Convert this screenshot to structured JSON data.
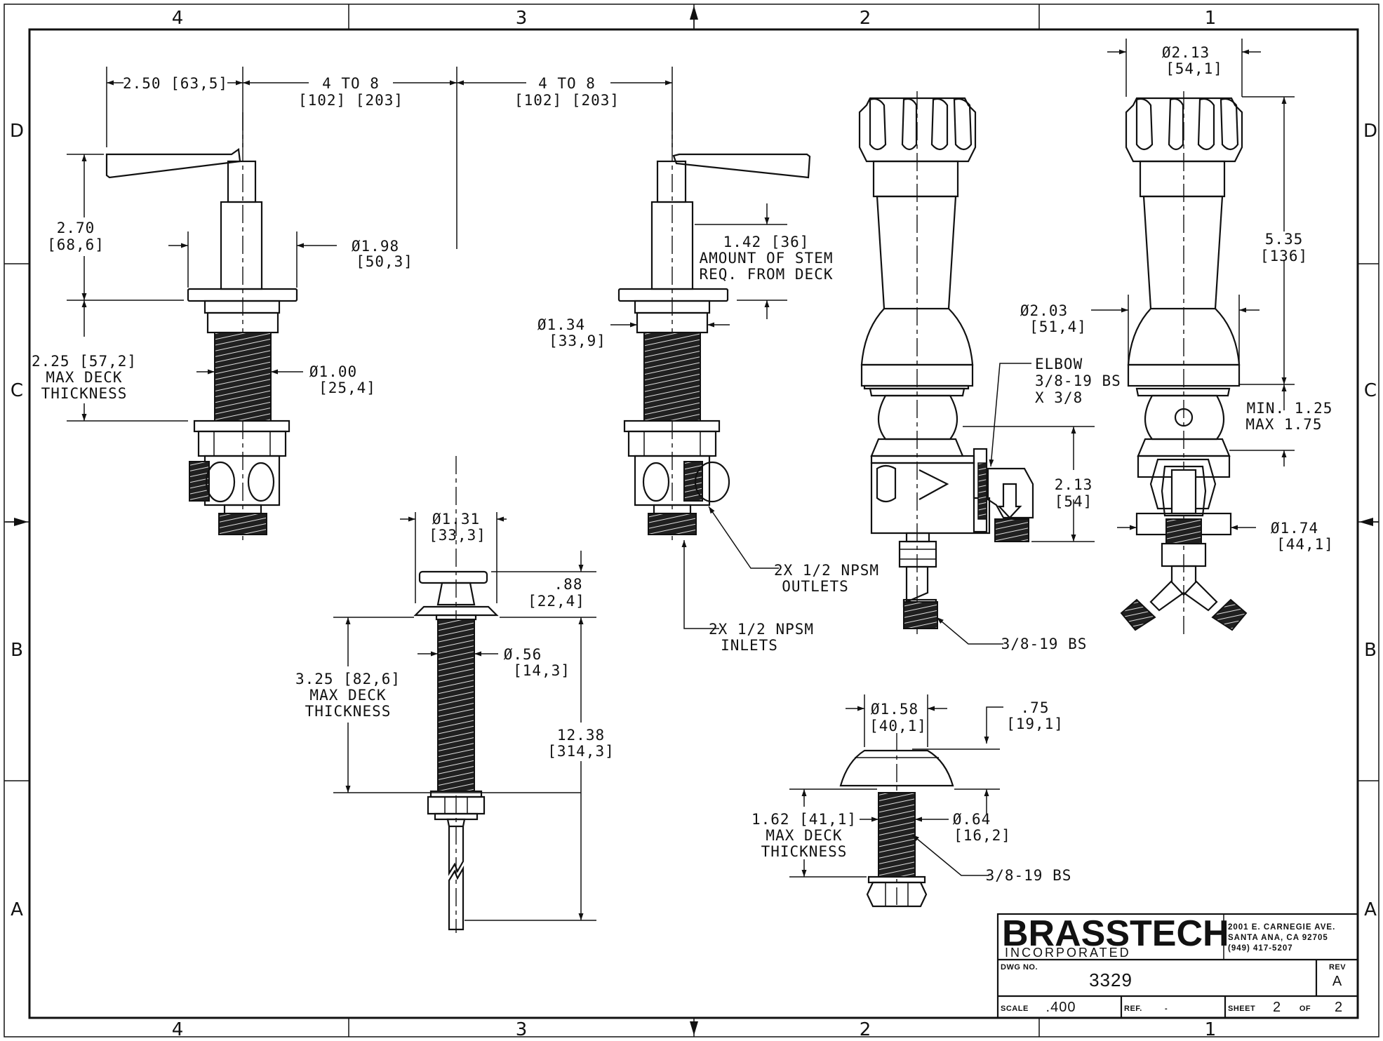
{
  "sheet": {
    "zone_cols": [
      "4",
      "3",
      "2",
      "1"
    ],
    "zone_rows": [
      "D",
      "C",
      "B",
      "A"
    ]
  },
  "dims": {
    "handle_offset": "2.50 [63,5]",
    "spread_left_line1": "4  TO  8",
    "spread_left_line2": "[102]  [203]",
    "spread_right_line1": "4  TO  8",
    "spread_right_line2": "[102]  [203]",
    "handle_height_line1": "2.70",
    "handle_height_line2": "[68,6]",
    "flange_dia_line1": "Ø1.98",
    "flange_dia_line2": "[50,3]",
    "deck_left_line1": "2.25 [57,2]",
    "deck_left_line2": "MAX DECK",
    "deck_left_line3": "THICKNESS",
    "shank_dia_line1": "Ø1.00",
    "shank_dia_line2": "[25,4]",
    "stem_line1": "1.42 [36]",
    "stem_line2": "AMOUNT OF STEM",
    "stem_line3": "REQ. FROM DECK",
    "bonnet_dia_line1": "Ø1.34",
    "bonnet_dia_line2": "[33,9]",
    "rod_flange_dia_line1": "Ø1.31",
    "rod_flange_dia_line2": "[33,3]",
    "rod_cap_line1": ".88",
    "rod_cap_line2": "[22,4]",
    "rod_dia_line1": "Ø.56",
    "rod_dia_line2": "[14,3]",
    "deck_center_line1": "3.25 [82,6]",
    "deck_center_line2": "MAX DECK",
    "deck_center_line3": "THICKNESS",
    "rod_length_line1": "12.38",
    "rod_length_line2": "[314,3]",
    "elbow_height_line1": "2.13",
    "elbow_height_line2": "[54]",
    "spout_top_dia_line1": "Ø2.13",
    "spout_top_dia_line2": "[54,1]",
    "spout_height_line1": "5.35",
    "spout_height_line2": "[136]",
    "spout_body_dia_line1": "Ø2.03",
    "spout_body_dia_line2": "[51,4]",
    "spout_deck_line1": "MIN. 1.25",
    "spout_deck_line2": "MAX 1.75",
    "spout_base_dia_line1": "Ø1.74",
    "spout_base_dia_line2": "[44,1]",
    "fitting_dia_line1": "Ø1.58",
    "fitting_dia_line2": "[40,1]",
    "fitting_height_line1": ".75",
    "fitting_height_line2": "[19,1]",
    "fitting_shank_line1": "Ø.64",
    "fitting_shank_line2": "[16,2]",
    "deck_fitting_line1": "1.62 [41,1]",
    "deck_fitting_line2": "MAX DECK",
    "deck_fitting_line3": "THICKNESS"
  },
  "callouts": {
    "outlets_line1": "2X 1/2 NPSM",
    "outlets_line2": "OUTLETS",
    "inlets_line1": "2X 1/2 NPSM",
    "inlets_line2": "INLETS",
    "elbow_line1": "ELBOW",
    "elbow_line2": "3/8-19 BS",
    "elbow_line3": "X 3/8",
    "bs_spout": "3/8-19 BS",
    "bs_fitting": "3/8-19 BS"
  },
  "title_block": {
    "company": "BRASSTECH",
    "company_sub": "INCORPORATED",
    "address_line1": "2001 E. CARNEGIE AVE.",
    "address_line2": "SANTA ANA, CA 92705",
    "address_line3": "(949) 417-5207",
    "dwg_no_label": "DWG NO.",
    "dwg_no": "3329",
    "rev_label": "REV",
    "rev": "A",
    "scale_label": "SCALE",
    "scale": ".400",
    "ref_label": "REF.",
    "ref": "-",
    "sheet_label": "SHEET",
    "sheet": "2",
    "of_label": "OF",
    "of": "2"
  }
}
